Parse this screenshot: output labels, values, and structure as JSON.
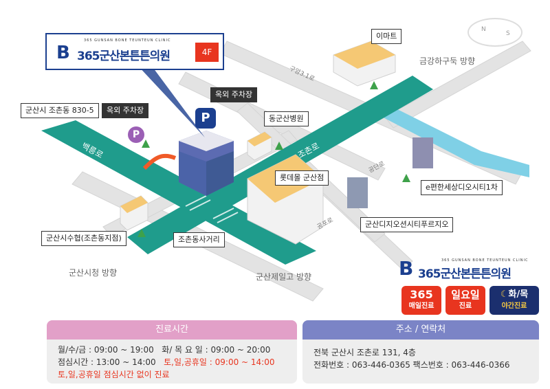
{
  "clinic": {
    "name": "365군산본튼튼의원",
    "sub": "365 GUNSAN BONE TEUNTEUN CLINIC",
    "floor": "4F",
    "logo_letter": "B"
  },
  "compass": {
    "n": "N",
    "s": "S"
  },
  "map_labels": {
    "address_label": "군산시 조촌동 830-5",
    "parking_small_label": "옥외 주차장",
    "parking_top_label": "옥외 주차장",
    "parking_symbol": "P",
    "emart": "이마트",
    "dong_gunsan_hospital": "동군산병원",
    "lotte_mall": "롯데몰 군산점",
    "e_pyeonhan": "e편한세상디오시티1차",
    "gunsan_dio": "군산디지오션시티푸르지오",
    "suhyup": "군산시수협(조촌동지점)",
    "intersection": "조촌동사거리",
    "road_baekreung": "백릉로",
    "road_jochon": "조촌로",
    "road_guam3": "구암3.1로",
    "road_gongseol": "공단로",
    "road_gongpo": "공포로"
  },
  "directions": {
    "geumgang": "금강하구둑 방향",
    "cityhall": "군산시청 방향",
    "jeil": "군산제일고 방향"
  },
  "badges": {
    "b365_top": "365",
    "b365_bottom": "매일진료",
    "sunday_top": "일요일",
    "sunday_bottom": "진료",
    "night_top": "화/목",
    "night_bottom": "야간진료"
  },
  "hours": {
    "title": "진료시간",
    "line1a": "월/수/금 : 09:00 ~ 19:00",
    "line1b": "화/  목 요 일 : 09:00 ~ 20:00",
    "line2a": "점심시간 : 13:00 ~ 14:00",
    "line2b": "토,일,공휴일 : 09:00 ~ 14:00",
    "line3": "토,일,공휴일 점심시간 없이 진료"
  },
  "contact": {
    "title": "주소 / 연락처",
    "address": "전북 군산시 조촌로 131, 4층",
    "phone": "전화번호 : 063-446-0365  팩스번호 : 063-446-0366"
  },
  "colors": {
    "brand_blue": "#1b3f8f",
    "teal_road": "#1f9c8c",
    "river": "#7fd0e6",
    "red_badge": "#e8351f",
    "hours_head": "#e2a0c8",
    "contact_head": "#7b84c6",
    "night_badge": "#1b2f6e"
  }
}
